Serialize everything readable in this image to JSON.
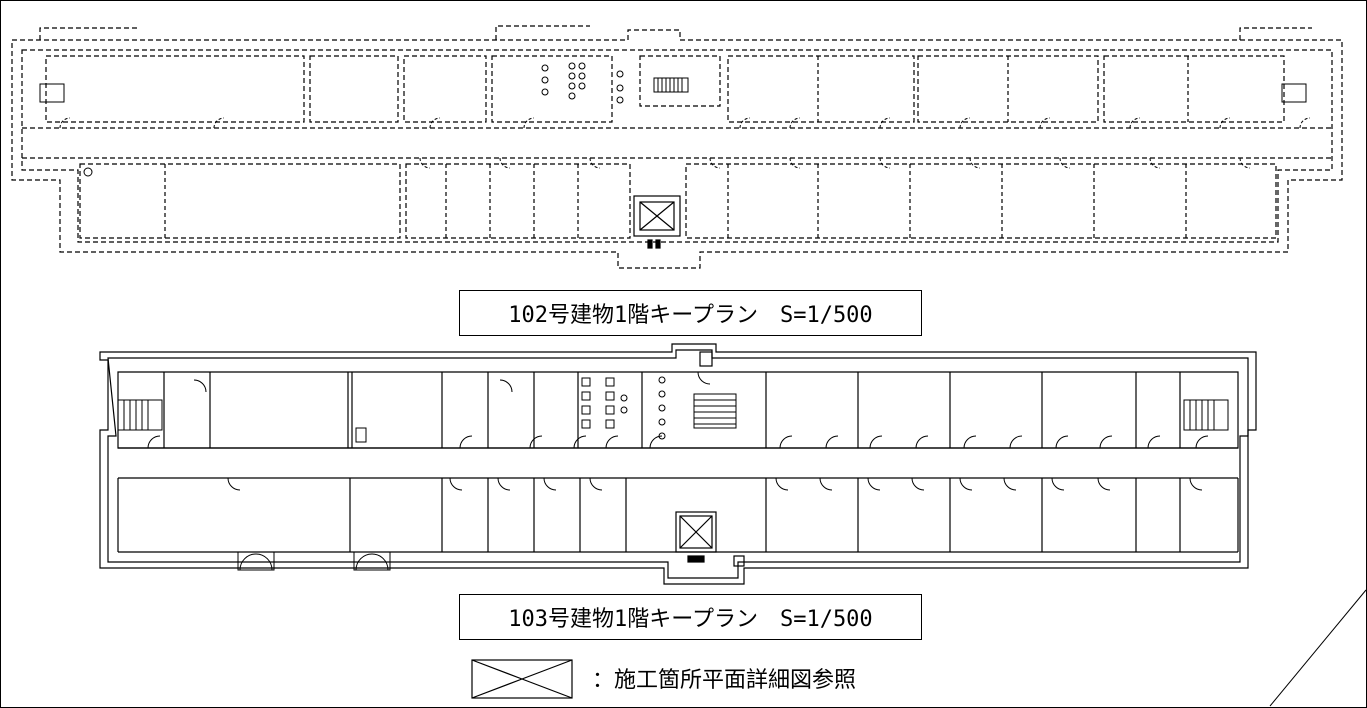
{
  "plans": {
    "plan_102": {
      "caption": "102号建物1階キープラン　S=1/500"
    },
    "plan_103": {
      "caption": "103号建物1階キープラン　S=1/500"
    }
  },
  "legend": {
    "text": "：施工箇所平面詳細図参照"
  },
  "colors": {
    "line": "#000000",
    "background": "#ffffff"
  }
}
